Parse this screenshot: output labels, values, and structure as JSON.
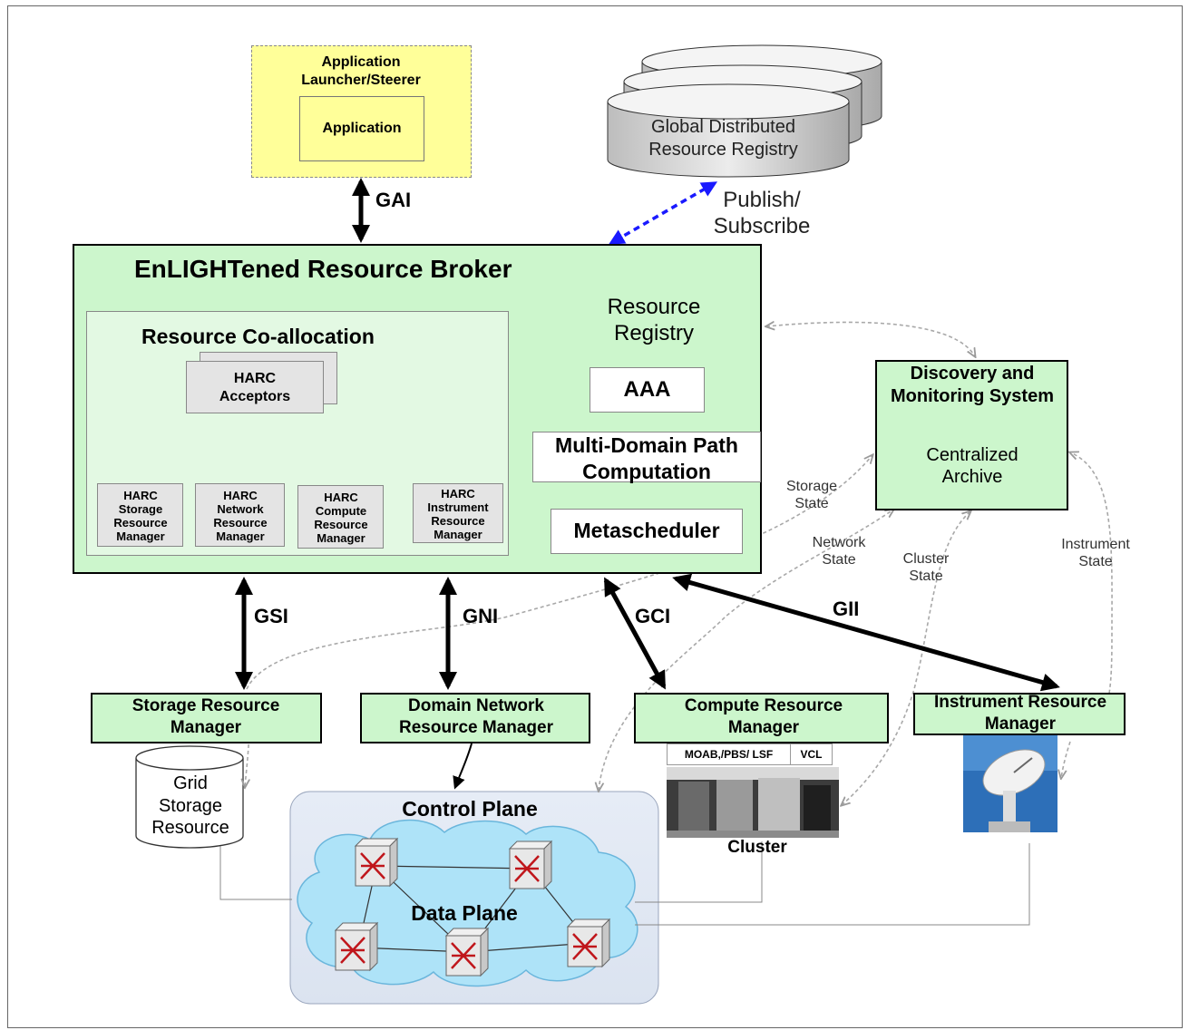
{
  "app": {
    "launcher": "Application Launcher/Steerer",
    "application": "Application"
  },
  "registry": {
    "global": "Global Distributed Resource Registry",
    "publish": "Publish/ Subscribe"
  },
  "broker": {
    "title": "EnLIGHTened Resource Broker",
    "coalloc_title": "Resource Co-allocation",
    "acceptors": "HARC Acceptors",
    "managers": [
      "HARC Storage Resource Manager",
      "HARC Network Resource Manager",
      "HARC Compute Resource Manager",
      "HARC Instrument Resource Manager"
    ],
    "resource_registry": "Resource Registry",
    "aaa": "AAA",
    "path_comp": "Multi-Domain Path Computation",
    "metascheduler": "Metascheduler"
  },
  "discovery": {
    "title": "Discovery and Monitoring System",
    "archive": "Centralized Archive"
  },
  "interfaces": {
    "gai": "GAI",
    "gsi": "GSI",
    "gni": "GNI",
    "gci": "GCI",
    "gii": "GII"
  },
  "states": {
    "storage": "Storage State",
    "network": "Network State",
    "cluster": "Cluster State",
    "instrument": "Instrument State"
  },
  "managers": {
    "storage": "Storage Resource Manager",
    "network": "Domain Network Resource Manager",
    "compute": "Compute Resource Manager",
    "instrument": "Instrument Resource Manager"
  },
  "compute_tags": {
    "moab": "MOAB,/PBS/ LSF",
    "vcl": "VCL"
  },
  "grid_storage": "Grid Storage Resource",
  "cluster": "Cluster",
  "control_plane": "Control Plane",
  "data_plane": "Data Plane"
}
